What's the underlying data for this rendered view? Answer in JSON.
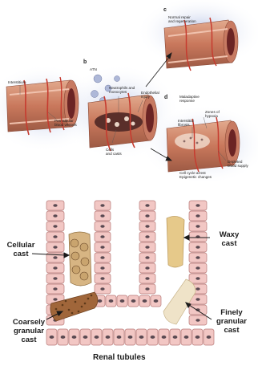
{
  "top_panel": {
    "letters": {
      "b": "b",
      "c": "c",
      "d": "d"
    },
    "labels": {
      "interstitium": "Interstitium",
      "peritubular": "Peri-tubular\nblood vessels",
      "atn": "ATN",
      "neutrophils": "Neutrophils and\nmonocytes",
      "endothelial": "Endothelial\ninjury",
      "cells_casts": "Cells\nand casts",
      "normal_repair": "Normal repair\nand regeneration",
      "maladaptive": "Maladaptive\nresponse",
      "fibrosis": "Interstitial\nfibrosis",
      "hypoxia": "Zones of\nhypoxia",
      "depleted": "Depleted\nblood supply",
      "cellcycle": "Cell cycle arrest\nEpigenetic changes"
    }
  },
  "bottom_panel": {
    "casts": {
      "cellular": "Cellular\ncast",
      "waxy": "Waxy\ncast",
      "coarse": "Coarsely\ngranular\ncast",
      "fine": "Finely\ngranular\ncast"
    },
    "title": "Renal tubules"
  },
  "colors": {
    "tubule_outer": "#c94a3a",
    "tubule_inner": "#f0c8b4",
    "lumen": "#7a2a2a",
    "cell_fill": "#f2c7c4",
    "cell_stroke": "#b77a78",
    "nucleus": "#5a4a52",
    "waxy": "#e6c98a",
    "coarse": "#a0663a",
    "fine": "#efe3c8",
    "cellular": "#d7b583",
    "sky": "#c9d3ea"
  }
}
